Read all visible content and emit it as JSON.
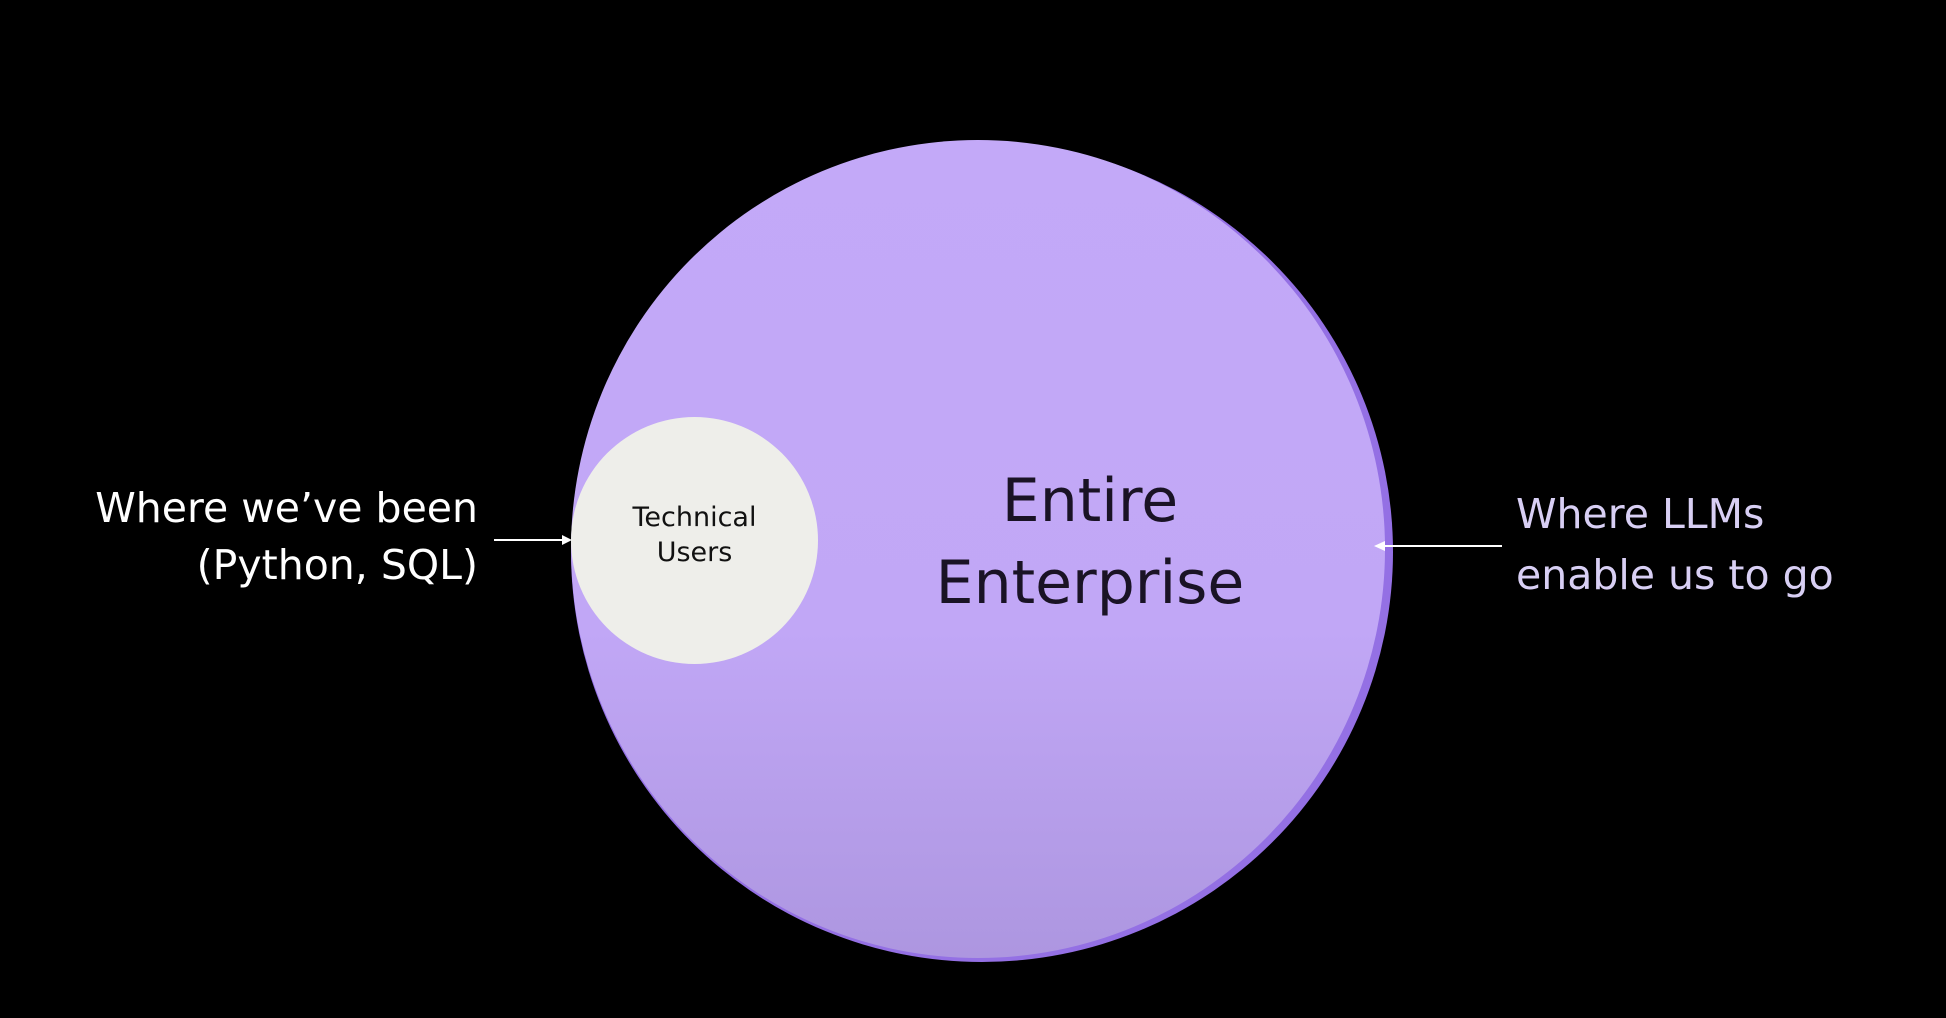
{
  "outer_circle": {
    "label_lines": [
      "Entire",
      "Enterprise"
    ],
    "color": "#c3a9f8"
  },
  "inner_circle": {
    "label_lines": [
      "Technical",
      "Users"
    ],
    "color": "#eeeeea"
  },
  "left_annotation": {
    "lines": [
      "Where we’ve been",
      "(Python, SQL)"
    ]
  },
  "right_annotation": {
    "lines": [
      "Where LLMs",
      "enable us to go"
    ]
  }
}
